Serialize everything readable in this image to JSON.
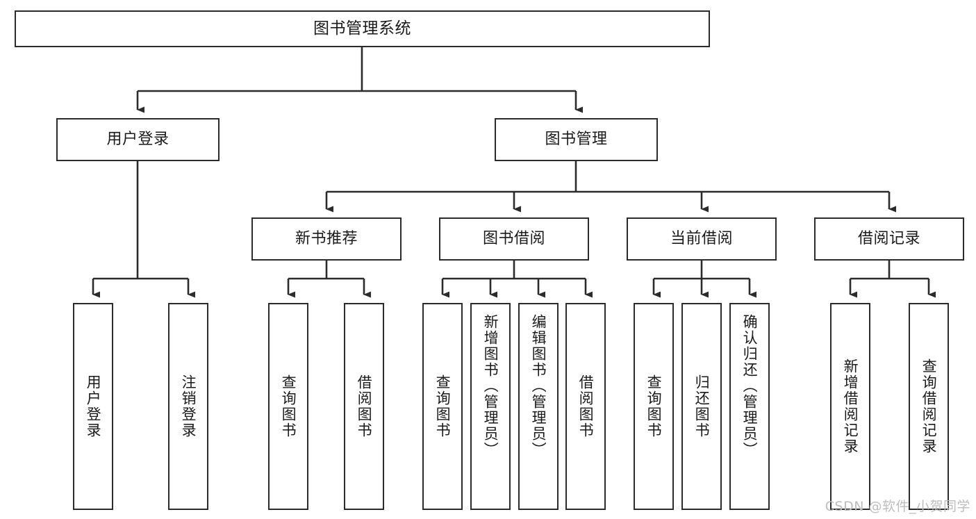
{
  "diagram": {
    "title": "图书管理系统",
    "type": "tree-hierarchy-chart",
    "watermark": "CSDN @软件_小贺同学",
    "colors": {
      "box_border": "#2b2b2b",
      "box_fill": "#ffffff",
      "connector": "#2b2b2b",
      "text": "#1a1a1a",
      "watermark": "#bdbdbd"
    }
  },
  "nodes": {
    "root": {
      "label": "图书管理系统"
    },
    "tier2": [
      {
        "label": "用户登录"
      },
      {
        "label": "图书管理"
      }
    ],
    "tier3": [
      {
        "label": "新书推荐"
      },
      {
        "label": "图书借阅"
      },
      {
        "label": "当前借阅"
      },
      {
        "label": "借阅记录"
      }
    ],
    "leaves_user_login": [
      {
        "label": "用户登录"
      },
      {
        "label": "注销登录"
      }
    ],
    "leaves_new_book": [
      {
        "label": "查询图书"
      },
      {
        "label": "借阅图书"
      }
    ],
    "leaves_borrow": [
      {
        "label": "查询图书"
      },
      {
        "label": "新增图书（管理员）"
      },
      {
        "label": "编辑图书（管理员）"
      },
      {
        "label": "借阅图书"
      }
    ],
    "leaves_current": [
      {
        "label": "查询图书"
      },
      {
        "label": "归还图书"
      },
      {
        "label": "确认归还（管理员）"
      }
    ],
    "leaves_records": [
      {
        "label": "新增借阅记录"
      },
      {
        "label": "查询借阅记录"
      }
    ]
  }
}
